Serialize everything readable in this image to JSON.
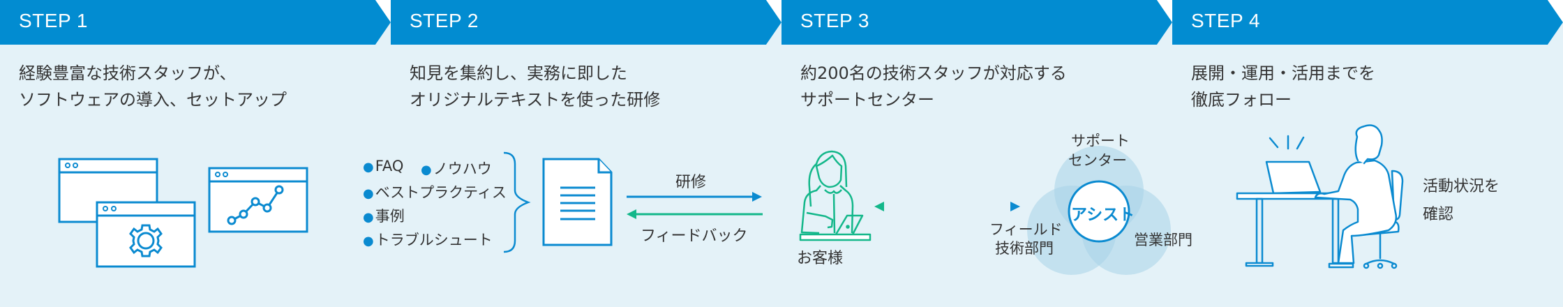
{
  "colors": {
    "header": "#028cd1",
    "background": "#e4f2f8",
    "line_blue": "#0a8ad0",
    "line_green": "#13b78a",
    "venn": "#bcdcec",
    "text": "#333333"
  },
  "steps": [
    {
      "label": "STEP 1",
      "description": "経験豊富な技術スタッフが、\nソフトウェアの導入、セットアップ",
      "illustration": "software-windows-icon"
    },
    {
      "label": "STEP 2",
      "description": "知見を集約し、実務に即した\nオリジナルテキストを使った研修",
      "knowledge_items": [
        "FAQ",
        "ノウハウ",
        "ベストプラクティス",
        "事例",
        "トラブルシュート"
      ],
      "arrow_forward_label": "研修",
      "arrow_back_label": "フィードバック"
    },
    {
      "label": "STEP 3",
      "description": "約200名の技術スタッフが対応する\nサポートセンター",
      "customer_label": "お客様",
      "venn": {
        "center": "アシスト",
        "top": "サポート\nセンター",
        "top_line1": "サポート",
        "top_line2": "センター",
        "left_line1": "フィールド",
        "left_line2": "技術部門",
        "right": "営業部門"
      }
    },
    {
      "label": "STEP 4",
      "description": "展開・運用・活用までを\n徹底フォロー",
      "caption_line1": "活動状況を",
      "caption_line2": "確認"
    }
  ]
}
